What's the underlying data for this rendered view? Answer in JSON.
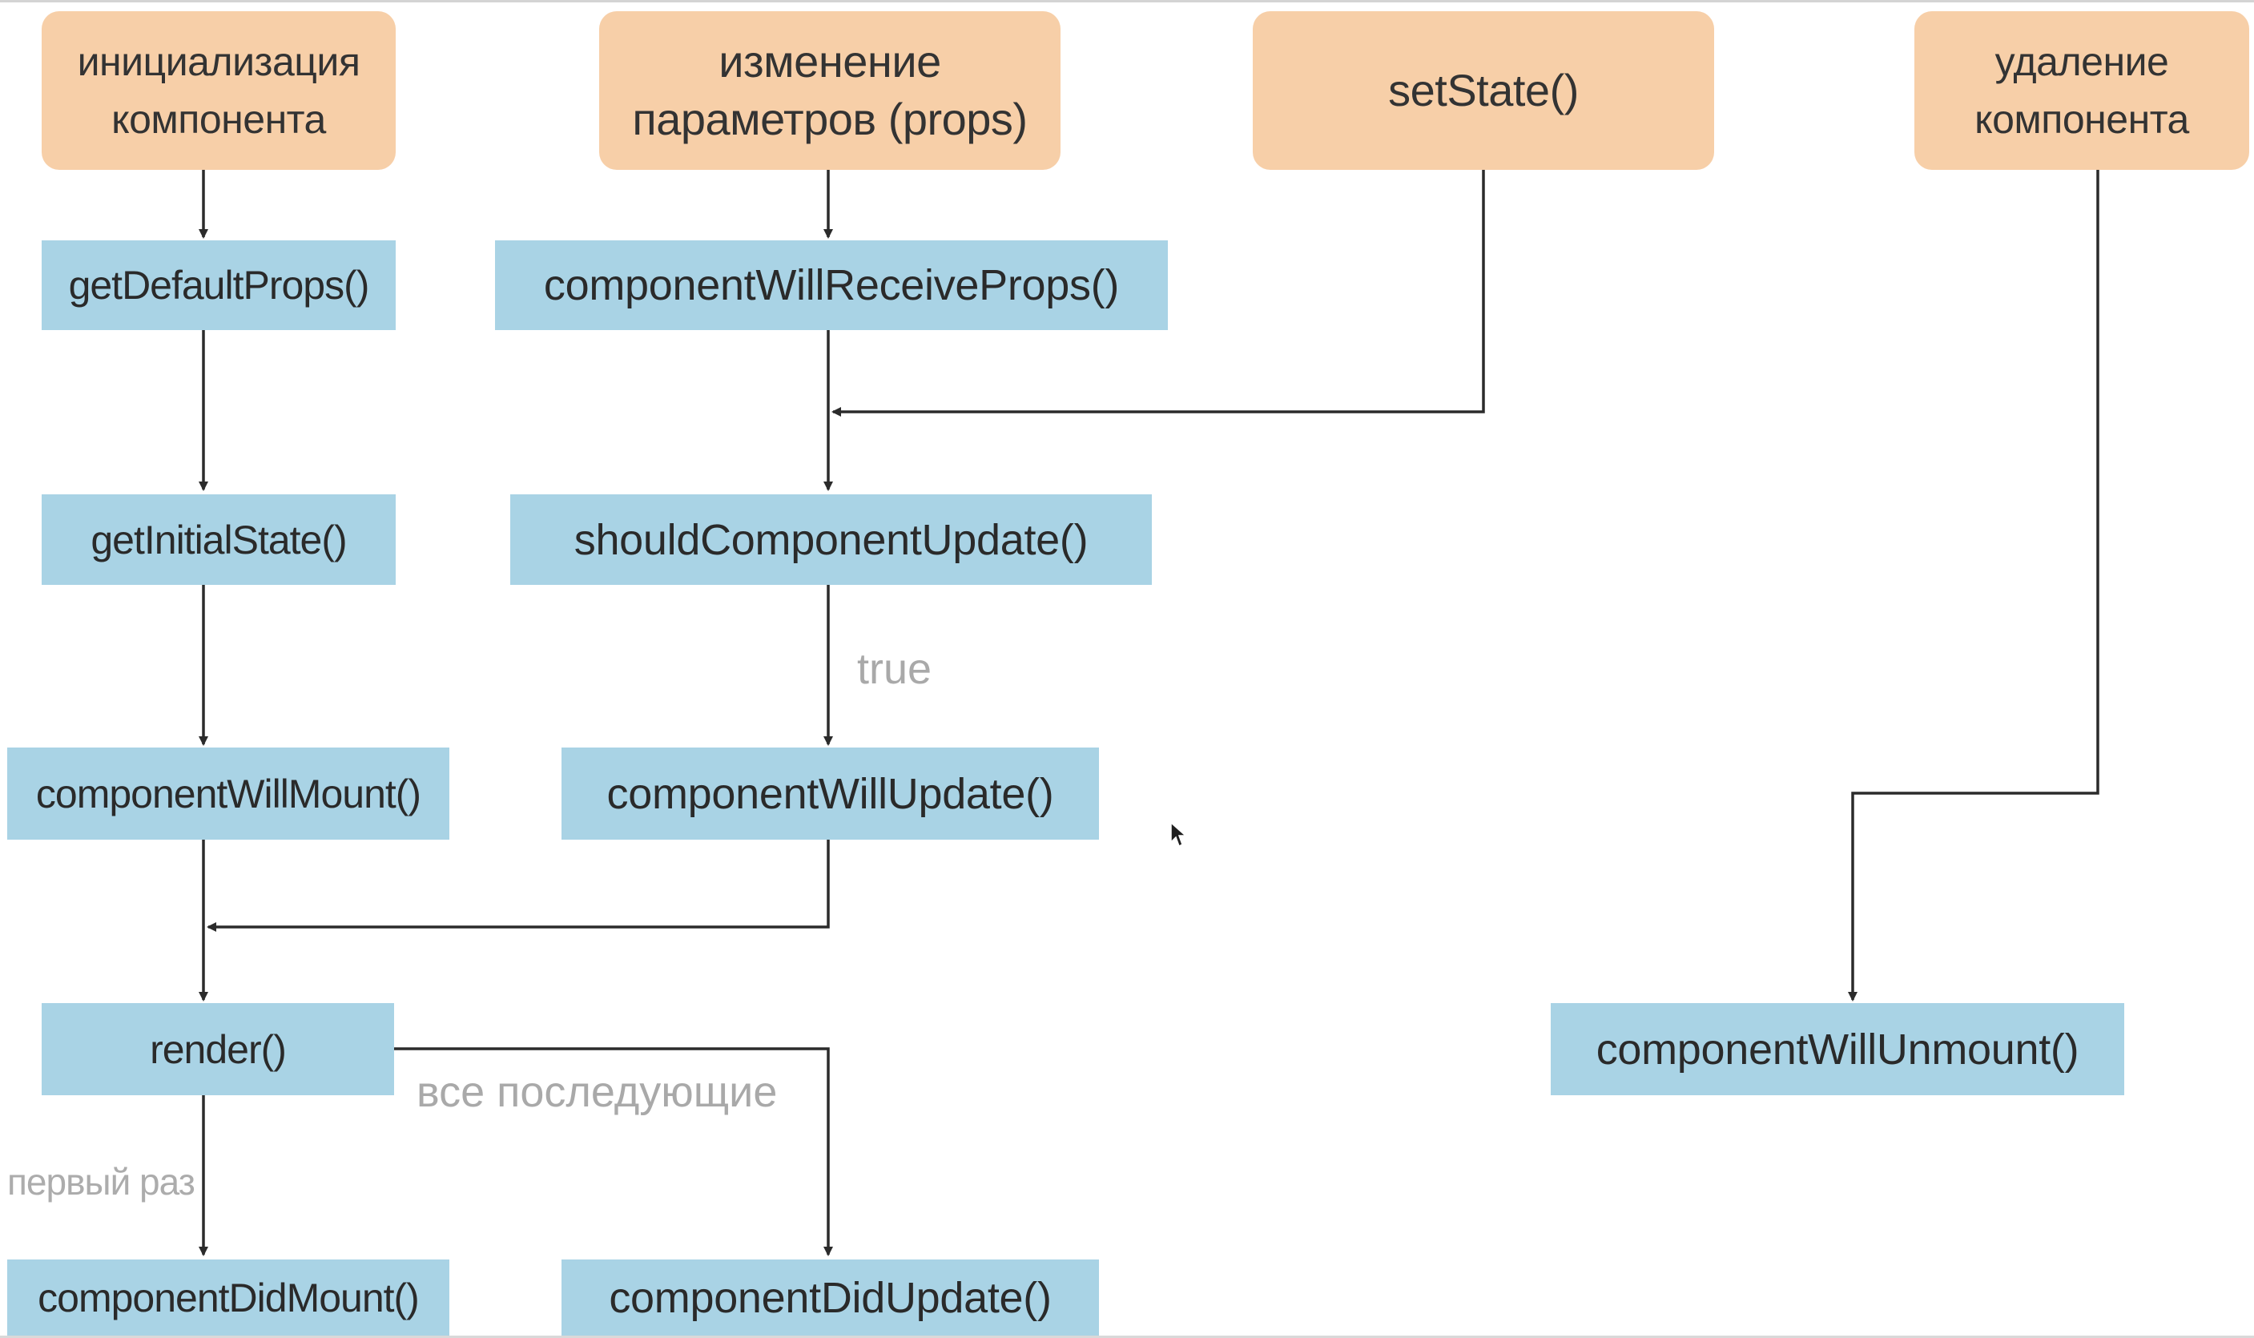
{
  "events": {
    "init": "инициализация\nкомпонента",
    "props_change": "изменение\nпараметров (props)",
    "set_state": "setState()",
    "unmount": "удаление\nкомпонента"
  },
  "methods": {
    "get_default_props": "getDefaultProps()",
    "get_initial_state": "getInitialState()",
    "component_will_mount": "componentWillMount()",
    "render": "render()",
    "component_did_mount": "componentDidMount()",
    "component_will_receive_props": "componentWillReceiveProps()",
    "should_component_update": "shouldComponentUpdate()",
    "component_will_update": "componentWillUpdate()",
    "component_did_update": "componentDidUpdate()",
    "component_will_unmount": "componentWillUnmount()"
  },
  "annotations": {
    "true_label": "true",
    "first_time": "первый раз",
    "subsequent": "все последующие"
  },
  "colors": {
    "event_fill": "#f7cfa8",
    "method_fill": "#a9d3e5",
    "connector": "#2b2b2b",
    "annotation_text": "#a9a9a9"
  },
  "icons": {
    "pointer": "mouse-pointer-icon"
  }
}
